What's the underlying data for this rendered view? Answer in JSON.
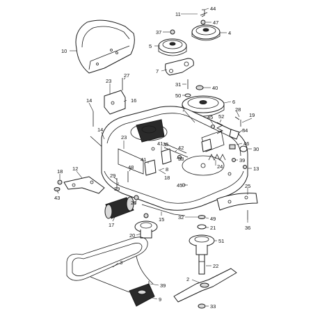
{
  "diagram": {
    "callouts": [
      "1",
      "2",
      "3",
      "4",
      "5",
      "6",
      "7",
      "8",
      "9",
      "10",
      "11",
      "12",
      "13",
      "14",
      "14",
      "15",
      "16",
      "17",
      "18",
      "18",
      "19",
      "20",
      "21",
      "22",
      "23",
      "23",
      "24",
      "25",
      "26",
      "27",
      "28",
      "29",
      "30",
      "31",
      "32",
      "33",
      "34",
      "35",
      "36",
      "37",
      "38",
      "39",
      "39",
      "39",
      "40",
      "41",
      "41",
      "42",
      "43",
      "44",
      "45",
      "45",
      "46",
      "47",
      "48",
      "49",
      "50",
      "51",
      "52"
    ]
  }
}
